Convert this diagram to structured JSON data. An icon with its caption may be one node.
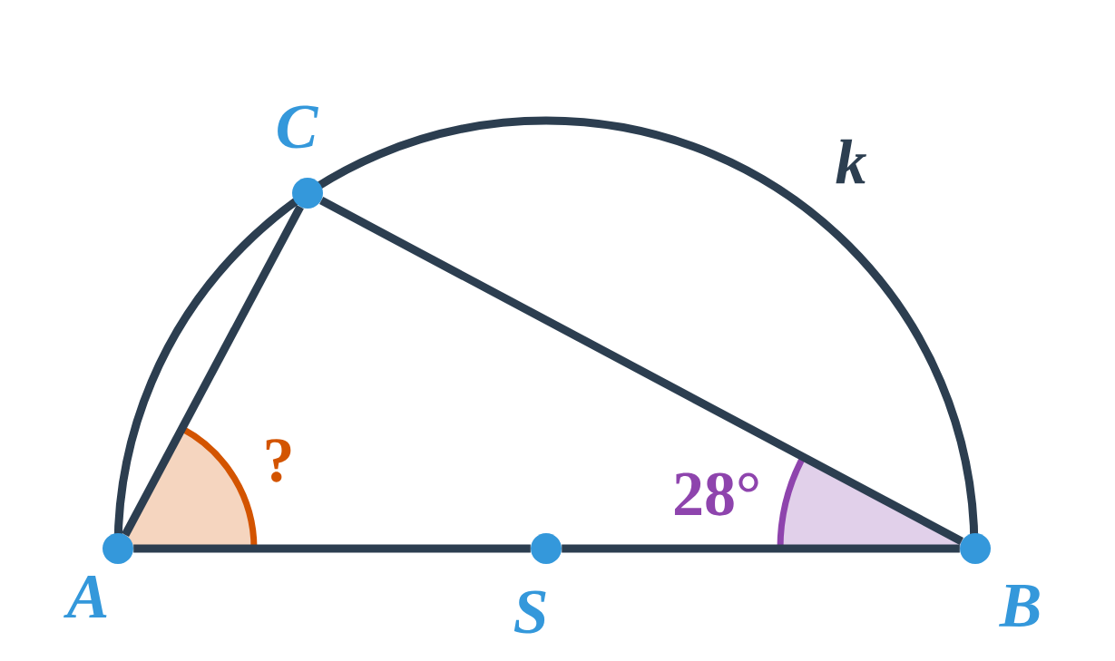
{
  "diagram": {
    "nodes": [
      {
        "text": [],
        "shape": "circle",
        "beside": [
          "C"
        ]
      },
      {
        "text": [],
        "shape": "circle",
        "beside": [
          "A"
        ]
      },
      {
        "text": [],
        "shape": "circle",
        "beside": [
          "S"
        ]
      },
      {
        "text": [],
        "shape": "circle",
        "beside": [
          "B"
        ]
      }
    ],
    "edges": [
      {
        "from": 1,
        "to": 0,
        "arrow": "none"
      },
      {
        "from": 0,
        "to": 3,
        "arrow": "none"
      },
      {
        "from": 1,
        "to": 2,
        "arrow": "none"
      },
      {
        "from": 2,
        "to": 3,
        "arrow": "none"
      }
    ],
    "labels": [
      "k",
      "?",
      "28°"
    ]
  }
}
